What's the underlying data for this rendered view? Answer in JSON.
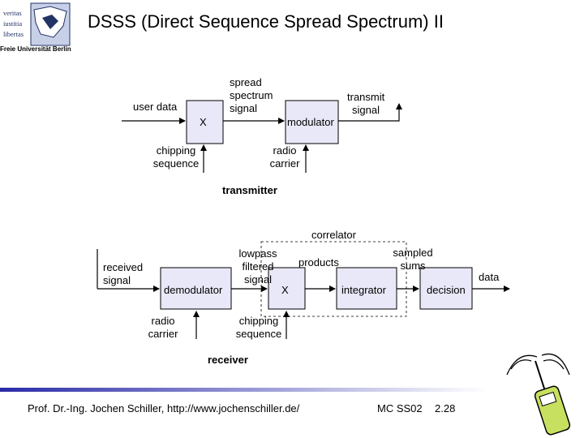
{
  "slide": {
    "title": "DSSS (Direct Sequence Spread Spectrum) II",
    "logo_lines": [
      "veritas",
      "iustitia",
      "libertas"
    ],
    "university": "Freie Universität Berlin"
  },
  "transmitter": {
    "user_data": "user data",
    "multiplier": "X",
    "spread_spectrum_signal": [
      "spread",
      "spectrum",
      "signal"
    ],
    "modulator": "modulator",
    "transmit_signal": [
      "transmit",
      "signal"
    ],
    "chipping_sequence": [
      "chipping",
      "sequence"
    ],
    "radio_carrier": [
      "radio",
      "carrier"
    ],
    "label": "transmitter"
  },
  "receiver": {
    "correlator": "correlator",
    "received_signal": [
      "received",
      "signal"
    ],
    "demodulator": "demodulator",
    "lowpass_filtered_signal": [
      "lowpass",
      "filtered",
      "signal"
    ],
    "multiplier": "X",
    "products": "products",
    "integrator": "integrator",
    "sampled_sums": [
      "sampled",
      "sums"
    ],
    "decision": "decision",
    "data": "data",
    "radio_carrier": [
      "radio",
      "carrier"
    ],
    "chipping_sequence": [
      "chipping",
      "sequence"
    ],
    "label": "receiver"
  },
  "footer": {
    "author": "Prof. Dr.-Ing. Jochen Schiller, http://www.jochenschiller.de/",
    "course": "MC SS02",
    "page": "2.28"
  },
  "colors": {
    "box_fill": "#e8e8f8",
    "footer_gradient_start": "#2a2aa8",
    "footer_gradient_end": "#ffffff"
  }
}
